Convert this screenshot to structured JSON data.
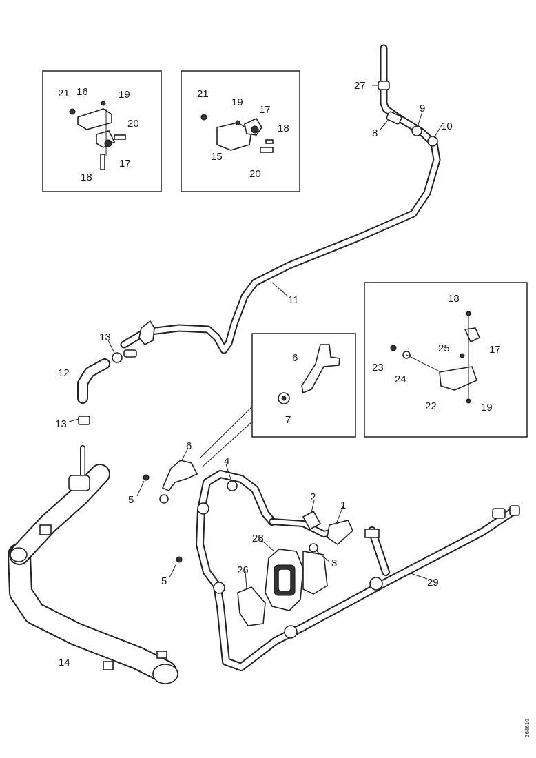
{
  "document_number": "368610",
  "callouts": {
    "c1": "1",
    "c2": "2",
    "c3": "3",
    "c4": "4",
    "c5a": "5",
    "c5b": "5",
    "c6a": "6",
    "c6b": "6",
    "c7": "7",
    "c8": "8",
    "c9": "9",
    "c10": "10",
    "c11": "11",
    "c12": "12",
    "c13a": "13",
    "c13b": "13",
    "c14": "14",
    "c27": "27",
    "c28": "28",
    "c26": "26",
    "c29": "29",
    "i1_21": "21",
    "i1_16": "16",
    "i1_19": "19",
    "i1_20": "20",
    "i1_17": "17",
    "i1_18": "18",
    "i2_21": "21",
    "i2_19": "19",
    "i2_17": "17",
    "i2_18": "18",
    "i2_15": "15",
    "i2_20": "20",
    "i3_18": "18",
    "i3_17": "17",
    "i3_25": "25",
    "i3_23": "23",
    "i3_24": "24",
    "i3_22": "22",
    "i3_19": "19"
  }
}
